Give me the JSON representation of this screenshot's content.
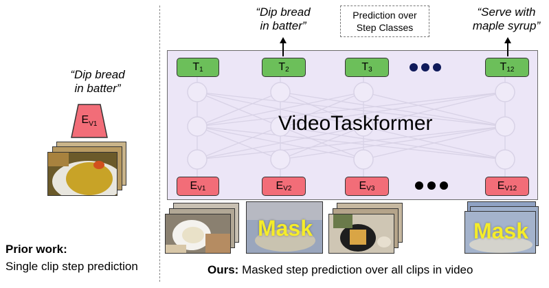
{
  "prior": {
    "quote_line1": "“Dip bread",
    "quote_line2": "in batter”",
    "encoder_main": "E",
    "encoder_sub": "V1",
    "caption_bold": "Prior work:",
    "caption_text": "Single clip step prediction"
  },
  "ours": {
    "quote_left_line1": "“Dip bread",
    "quote_left_line2": "in batter”",
    "quote_right_line1": "“Serve with",
    "quote_right_line2": "maple syrup”",
    "prediction_box_line1": "Prediction over",
    "prediction_box_line2": "Step Classes",
    "model_title": "VideoTaskformer",
    "caption_bold": "Ours:",
    "caption_text": " Masked step prediction over all clips in video",
    "mask_label": "Mask"
  },
  "output_tokens": [
    {
      "main": "T",
      "sub": "1"
    },
    {
      "main": "T",
      "sub": "2"
    },
    {
      "main": "T",
      "sub": "3"
    },
    {
      "main": "T",
      "sub": "12"
    }
  ],
  "input_tokens": [
    {
      "main": "E",
      "sub": "V1"
    },
    {
      "main": "E",
      "sub": "V2"
    },
    {
      "main": "E",
      "sub": "V3"
    },
    {
      "main": "E",
      "sub": "V12"
    }
  ],
  "colors": {
    "output_token": "#6cbf5a",
    "input_token": "#f26d78",
    "model_background": "#ece6f7",
    "ellipsis_dot_top": "#0f1a5a",
    "ellipsis_dot_bottom": "#000000",
    "mask_text": "#f5ec2a"
  }
}
